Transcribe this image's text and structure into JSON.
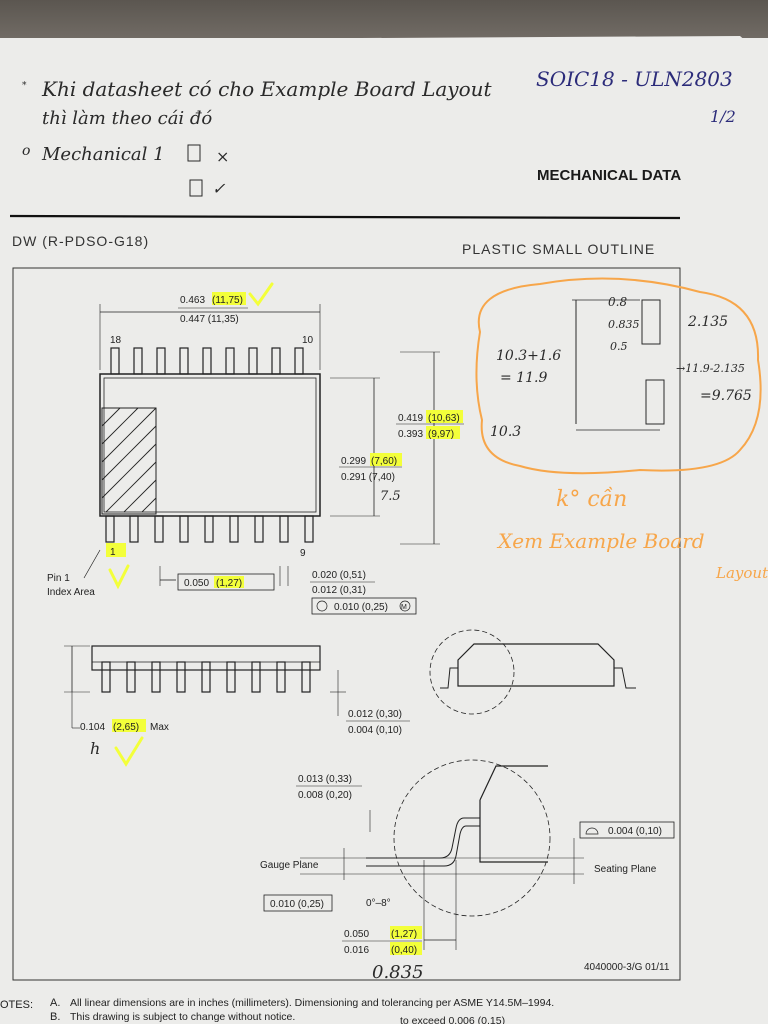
{
  "notes": {
    "line1": "Khi datasheet có cho Example Board Layout",
    "line2": "thì làm theo cái đó",
    "mechanical": "Mechanical 1",
    "mark_x": "×",
    "mark_check": "✓"
  },
  "part": {
    "name": "SOIC18 - ULN2803",
    "page": "1/2"
  },
  "header": {
    "title": "MECHANICAL DATA"
  },
  "package": {
    "code": "DW (R-PDSO-G18)",
    "type": "PLASTIC SMALL OUTLINE"
  },
  "dims": {
    "len_max": "0.463",
    "len_max_mm": "(11,75)",
    "len_min": "0.447 (11,35)",
    "pin18": "18",
    "pin10": "10",
    "pin1": "1",
    "pin9": "9",
    "w_max": "0.419",
    "w_max_mm": "(10,63)",
    "w_min": "0.393",
    "w_min_mm": "(9,97)",
    "bw_max": "0.299",
    "bw_max_mm": "(7,60)",
    "bw_min": "0.291 (7,40)",
    "pin1_label": "Pin 1",
    "index_area": "Index Area",
    "pitch": "0.050",
    "pitch_mm": "(1,27)",
    "lead_max": "0.020 (0,51)",
    "lead_min": "0.012 (0,31)",
    "tol": "0.010 (0,25)",
    "tol_m": "M",
    "h_max": "0.104",
    "h_max_mm": "(2,65)",
    "h_max_suffix": "Max",
    "stand_max": "0.012 (0,30)",
    "stand_min": "0.004 (0,10)",
    "lt_max": "0.013 (0,33)",
    "lt_min": "0.008 (0,20)",
    "gauge": "Gauge Plane",
    "seating": "Seating Plane",
    "flat": "0.004 (0,10)",
    "gauge_val": "0.010 (0,25)",
    "angle": "0°–8°",
    "ll_max": "0.050",
    "ll_max_mm": "(1,27)",
    "ll_min": "0.016",
    "ll_min_mm": "(0,40)",
    "drawing_no": "4040000-3/G 01/11"
  },
  "hand_notes": {
    "calc1": "10.3+1.6",
    "calc2": "= 11.9",
    "calc3": "10.3",
    "s1": "0.8",
    "s2": "0.835",
    "s3": "0.5",
    "r1": "2.135",
    "r2": "→11.9-2.135",
    "r3": "=9.765",
    "bw_note": "7.5",
    "h_note": "h",
    "ll_note": "0.835",
    "kcan": "k° cần",
    "xem": "Xem Example Board",
    "layout": "Layout"
  },
  "footer": {
    "notes_label": "OTES:",
    "noteA_letter": "A.",
    "noteA": "All linear dimensions are in inches (millimeters). Dimensioning and tolerancing per ASME Y14.5M–1994.",
    "noteB_letter": "B.",
    "noteB": "This drawing is subject to change without notice.",
    "noteC": "to exceed 0.006 (0,15)"
  },
  "colors": {
    "highlight": "#f3ff3a",
    "orange": "#f7a64a",
    "ink": "#2a2a2a",
    "blue_ink": "#2c2c7a"
  }
}
